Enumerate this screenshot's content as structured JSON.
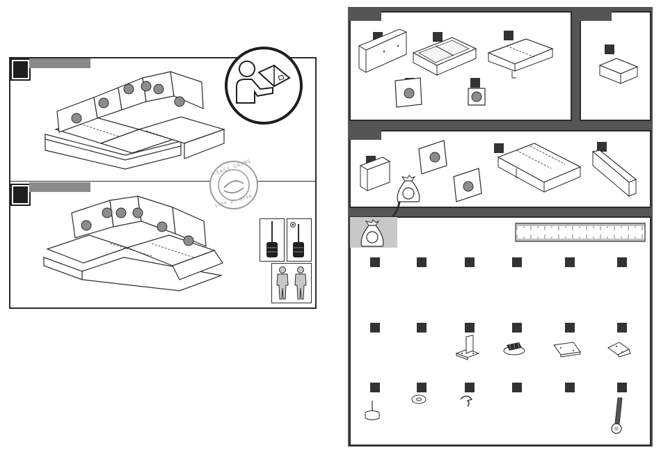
{
  "stamp": {
    "top_text": "EASY GOING",
    "bottom_text": "STEP BY STEP"
  },
  "icons": {
    "reader": "person-reading-manual-icon",
    "screwdriver_flat": "flat-screwdriver-icon",
    "screwdriver_phillips": "phillips-screwdriver-icon",
    "two_persons": "two-persons-icon",
    "hardware_bag": "hardware-bag-icon",
    "ruler": "ruler-icon"
  },
  "colors": {
    "ink": "#2b2b2b",
    "tab": "#555555",
    "cushion_dot": "#8c8c8c",
    "bag_bg": "#c8c8c8"
  },
  "hardware_grid": {
    "rows": 3,
    "cols": 6
  }
}
